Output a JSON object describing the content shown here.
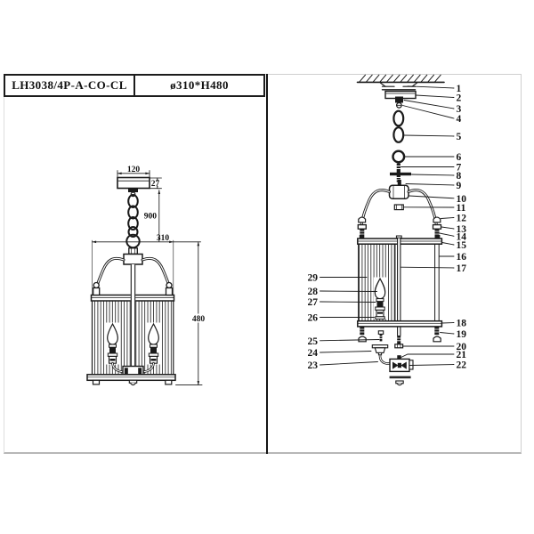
{
  "title_block": {
    "model": "LH3038/4P-A-CO-CL",
    "dimensions": "ø310*H480"
  },
  "dimensioned_view": {
    "canopy_width": "120",
    "canopy_height": "27",
    "chain_length": "900",
    "shade_diameter": "310",
    "body_height": "480"
  },
  "exploded_view": {
    "right_callouts": [
      "1",
      "2",
      "3",
      "4",
      "5",
      "6",
      "7",
      "8",
      "9",
      "10",
      "11",
      "12",
      "13",
      "14",
      "15",
      "16",
      "17",
      "18",
      "19",
      "20",
      "21",
      "22"
    ],
    "left_callouts": [
      "29",
      "28",
      "27",
      "26",
      "25",
      "24",
      "23"
    ]
  },
  "colors": {
    "line": "#1a1a1a",
    "sheet_border": "#cfcfcf",
    "background": "#ffffff"
  }
}
